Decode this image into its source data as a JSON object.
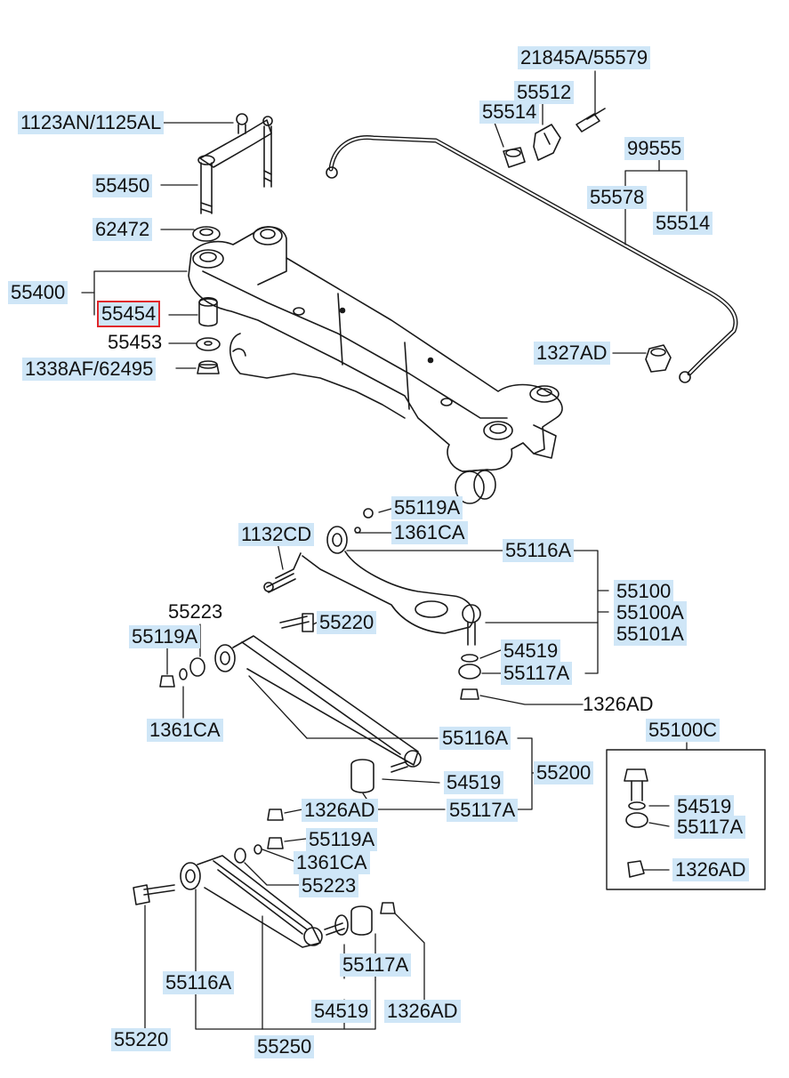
{
  "accent_color": "#e0262b",
  "label_bg": "#cfe6f7",
  "selected_part": "55454",
  "labels": {
    "l_21845a_55579": "21845A/55579",
    "l_55512": "55512",
    "l_55514_a": "55514",
    "l_99555": "99555",
    "l_55578": "55578",
    "l_55514_b": "55514",
    "l_1123an_1125al": "1123AN/1125AL",
    "l_55450": "55450",
    "l_62472": "62472",
    "l_55400": "55400",
    "l_55454": "55454",
    "l_55453": "55453",
    "l_1338af_62495": "1338AF/62495",
    "l_1327ad": "1327AD",
    "l_55119a_a": "55119A",
    "l_1361ca_a": "1361CA",
    "l_1132cd": "1132CD",
    "l_55116a_a": "55116A",
    "l_55100": "55100",
    "l_55100a": "55100A",
    "l_55101a": "55101A",
    "l_55223_a": "55223",
    "l_55220_a": "55220",
    "l_55119a_b": "55119A",
    "l_54519_a": "54519",
    "l_55117a_a": "55117A",
    "l_1326ad_a": "1326AD",
    "l_1361ca_b": "1361CA",
    "l_55100c": "55100C",
    "l_55116a_b": "55116A",
    "l_54519_b": "54519",
    "l_55200": "55200",
    "l_55117a_b": "55117A",
    "l_54519_c": "54519",
    "l_55117a_c": "55117A",
    "l_1326ad_b": "1326AD",
    "l_55119a_c": "55119A",
    "l_1361ca_c": "1361CA",
    "l_1326ad_c": "1326AD",
    "l_55223_b": "55223",
    "l_55117a_d": "55117A",
    "l_55116a_c": "55116A",
    "l_54519_d": "54519",
    "l_1326ad_d": "1326AD",
    "l_55220_b": "55220",
    "l_55250": "55250"
  }
}
